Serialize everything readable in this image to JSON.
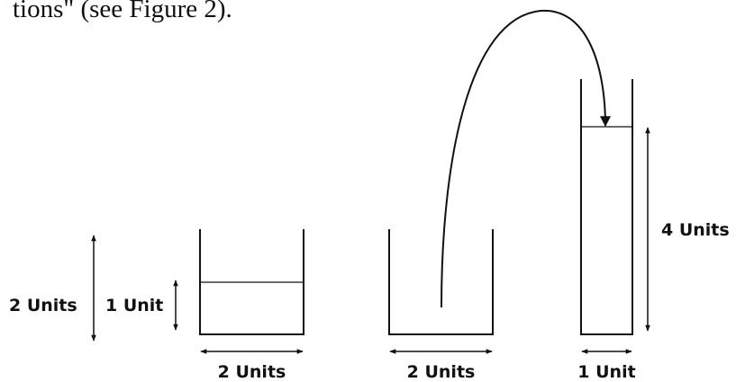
{
  "caption": "tions\" (see Figure 2).",
  "labels": {
    "outer_height": "2 Units",
    "inner_height": "1 Unit",
    "width_left": "2 Units",
    "width_middle": "2 Units",
    "width_right": "1 Unit",
    "tall_height": "4 Units"
  }
}
